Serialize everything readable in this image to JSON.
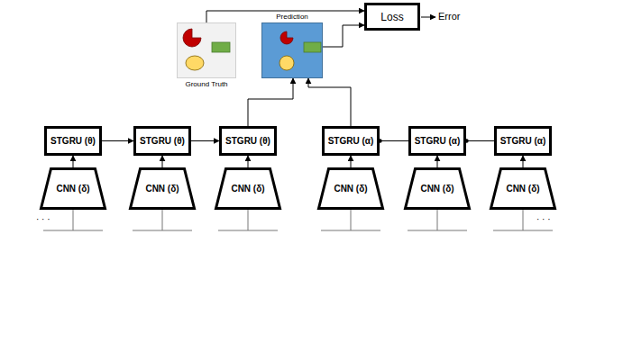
{
  "diagram": {
    "nodes": [
      {
        "text": [
          "Ground Truth"
        ]
      },
      {
        "text": [
          "Prediction"
        ]
      },
      {
        "text": [
          "Loss"
        ]
      },
      {
        "text": [
          "STGRU (θ)"
        ]
      },
      {
        "text": [
          "STGRU (θ)"
        ]
      },
      {
        "text": [
          "STGRU (θ)"
        ]
      },
      {
        "text": [
          "STGRU (α)"
        ]
      },
      {
        "text": [
          "STGRU (α)"
        ]
      },
      {
        "text": [
          "STGRU (α)"
        ]
      },
      {
        "text": [
          "CNN (δ)"
        ]
      },
      {
        "text": [
          "CNN (δ)"
        ]
      },
      {
        "text": [
          "CNN (δ)"
        ]
      },
      {
        "text": [
          "CNN (δ)"
        ]
      },
      {
        "text": [
          "CNN (δ)"
        ]
      },
      {
        "text": [
          "CNN (δ)"
        ]
      }
    ],
    "edges": [
      {
        "from": 0,
        "to": 2,
        "arrow": "to"
      },
      {
        "from": 1,
        "to": 2,
        "arrow": "to"
      },
      {
        "from": 5,
        "to": 1,
        "arrow": "to"
      },
      {
        "from": 6,
        "to": 1,
        "arrow": "to"
      },
      {
        "from": 3,
        "to": 4,
        "arrow": "to"
      },
      {
        "from": 4,
        "to": 5,
        "arrow": "to"
      },
      {
        "from": 7,
        "to": 6,
        "arrow": "to"
      },
      {
        "from": 8,
        "to": 7,
        "arrow": "to"
      },
      {
        "from": 9,
        "to": 3,
        "arrow": "to"
      },
      {
        "from": 10,
        "to": 4,
        "arrow": "to"
      },
      {
        "from": 11,
        "to": 5,
        "arrow": "to"
      },
      {
        "from": 12,
        "to": 6,
        "arrow": "to"
      },
      {
        "from": 13,
        "to": 7,
        "arrow": "to"
      },
      {
        "from": 14,
        "to": 8,
        "arrow": "to"
      }
    ],
    "labels": [
      "Error",
      "· · ·",
      "· · ·"
    ]
  }
}
